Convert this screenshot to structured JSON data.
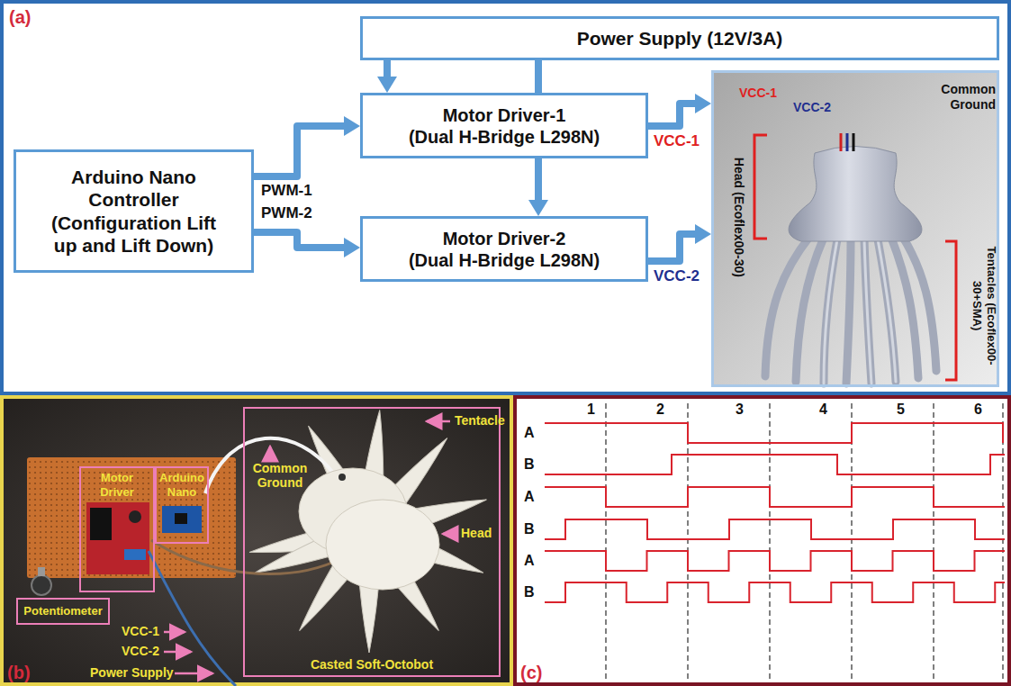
{
  "diagram": {
    "nodes": [
      {
        "text": [
          "Power Supply (12V/3A)"
        ]
      },
      {
        "text": [
          "Arduino Nano Controller (Configuration Lift up and Lift Down)"
        ]
      },
      {
        "text": [
          "Motor Driver-1",
          "(Dual H-Bridge L298N)"
        ]
      },
      {
        "text": [
          "Motor Driver-2",
          "(Dual H-Bridge L298N)"
        ]
      },
      {
        "text": [
          "VCC-1",
          "VCC-2",
          "Common Ground",
          "Head (Ecoflex00-30)",
          "Tentacles (Ecoflex00-30+SMA)"
        ]
      },
      {
        "text": [
          "Motor Driver"
        ]
      },
      {
        "text": [
          "Arduino Nano"
        ]
      },
      {
        "text": [
          "Potentiometer"
        ]
      },
      {
        "text": [
          "Casted Soft-Octobot"
        ]
      }
    ],
    "edges": [
      {
        "from": 0,
        "to": 2,
        "arrow": "to"
      },
      {
        "from": 0,
        "to": 3,
        "arrow": "to"
      },
      {
        "from": 1,
        "to": 2,
        "label": "PWM-1",
        "arrow": "to"
      },
      {
        "from": 1,
        "to": 3,
        "label": "PWM-2",
        "arrow": "to"
      },
      {
        "from": 2,
        "to": 4,
        "label": "VCC-1",
        "arrow": "to"
      },
      {
        "from": 3,
        "to": 4,
        "label": "VCC-2",
        "arrow": "to"
      }
    ],
    "labels": [
      "(a)",
      "(b)",
      "Tentacle",
      "Common Ground",
      "Head",
      "VCC-1",
      "VCC-2",
      "Power Supply",
      "(c)",
      "1",
      "2",
      "3",
      "4",
      "5",
      "6",
      "A",
      "B",
      "A",
      "B",
      "A",
      "B"
    ]
  }
}
